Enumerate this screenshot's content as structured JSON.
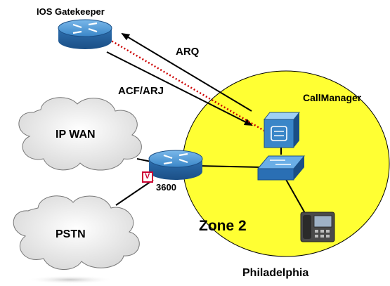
{
  "diagram": {
    "gatekeeper_label": "IOS Gatekeeper",
    "arq_label": "ARQ",
    "acf_label": "ACF/ARJ",
    "callmanager_label": "CallManager",
    "ipwan_label": "IP WAN",
    "pstn_label": "PSTN",
    "router_label": "3600",
    "voice_label": "V",
    "zone_label": "Zone 2",
    "site_label": "Philadelphia"
  },
  "colors": {
    "zone_fill": "#ffff33",
    "router_blue": "#2e7fc6",
    "signal_dotted": "#cc0000",
    "voice_box": "#cc0033",
    "cloud_fill": "#eeeeee"
  }
}
